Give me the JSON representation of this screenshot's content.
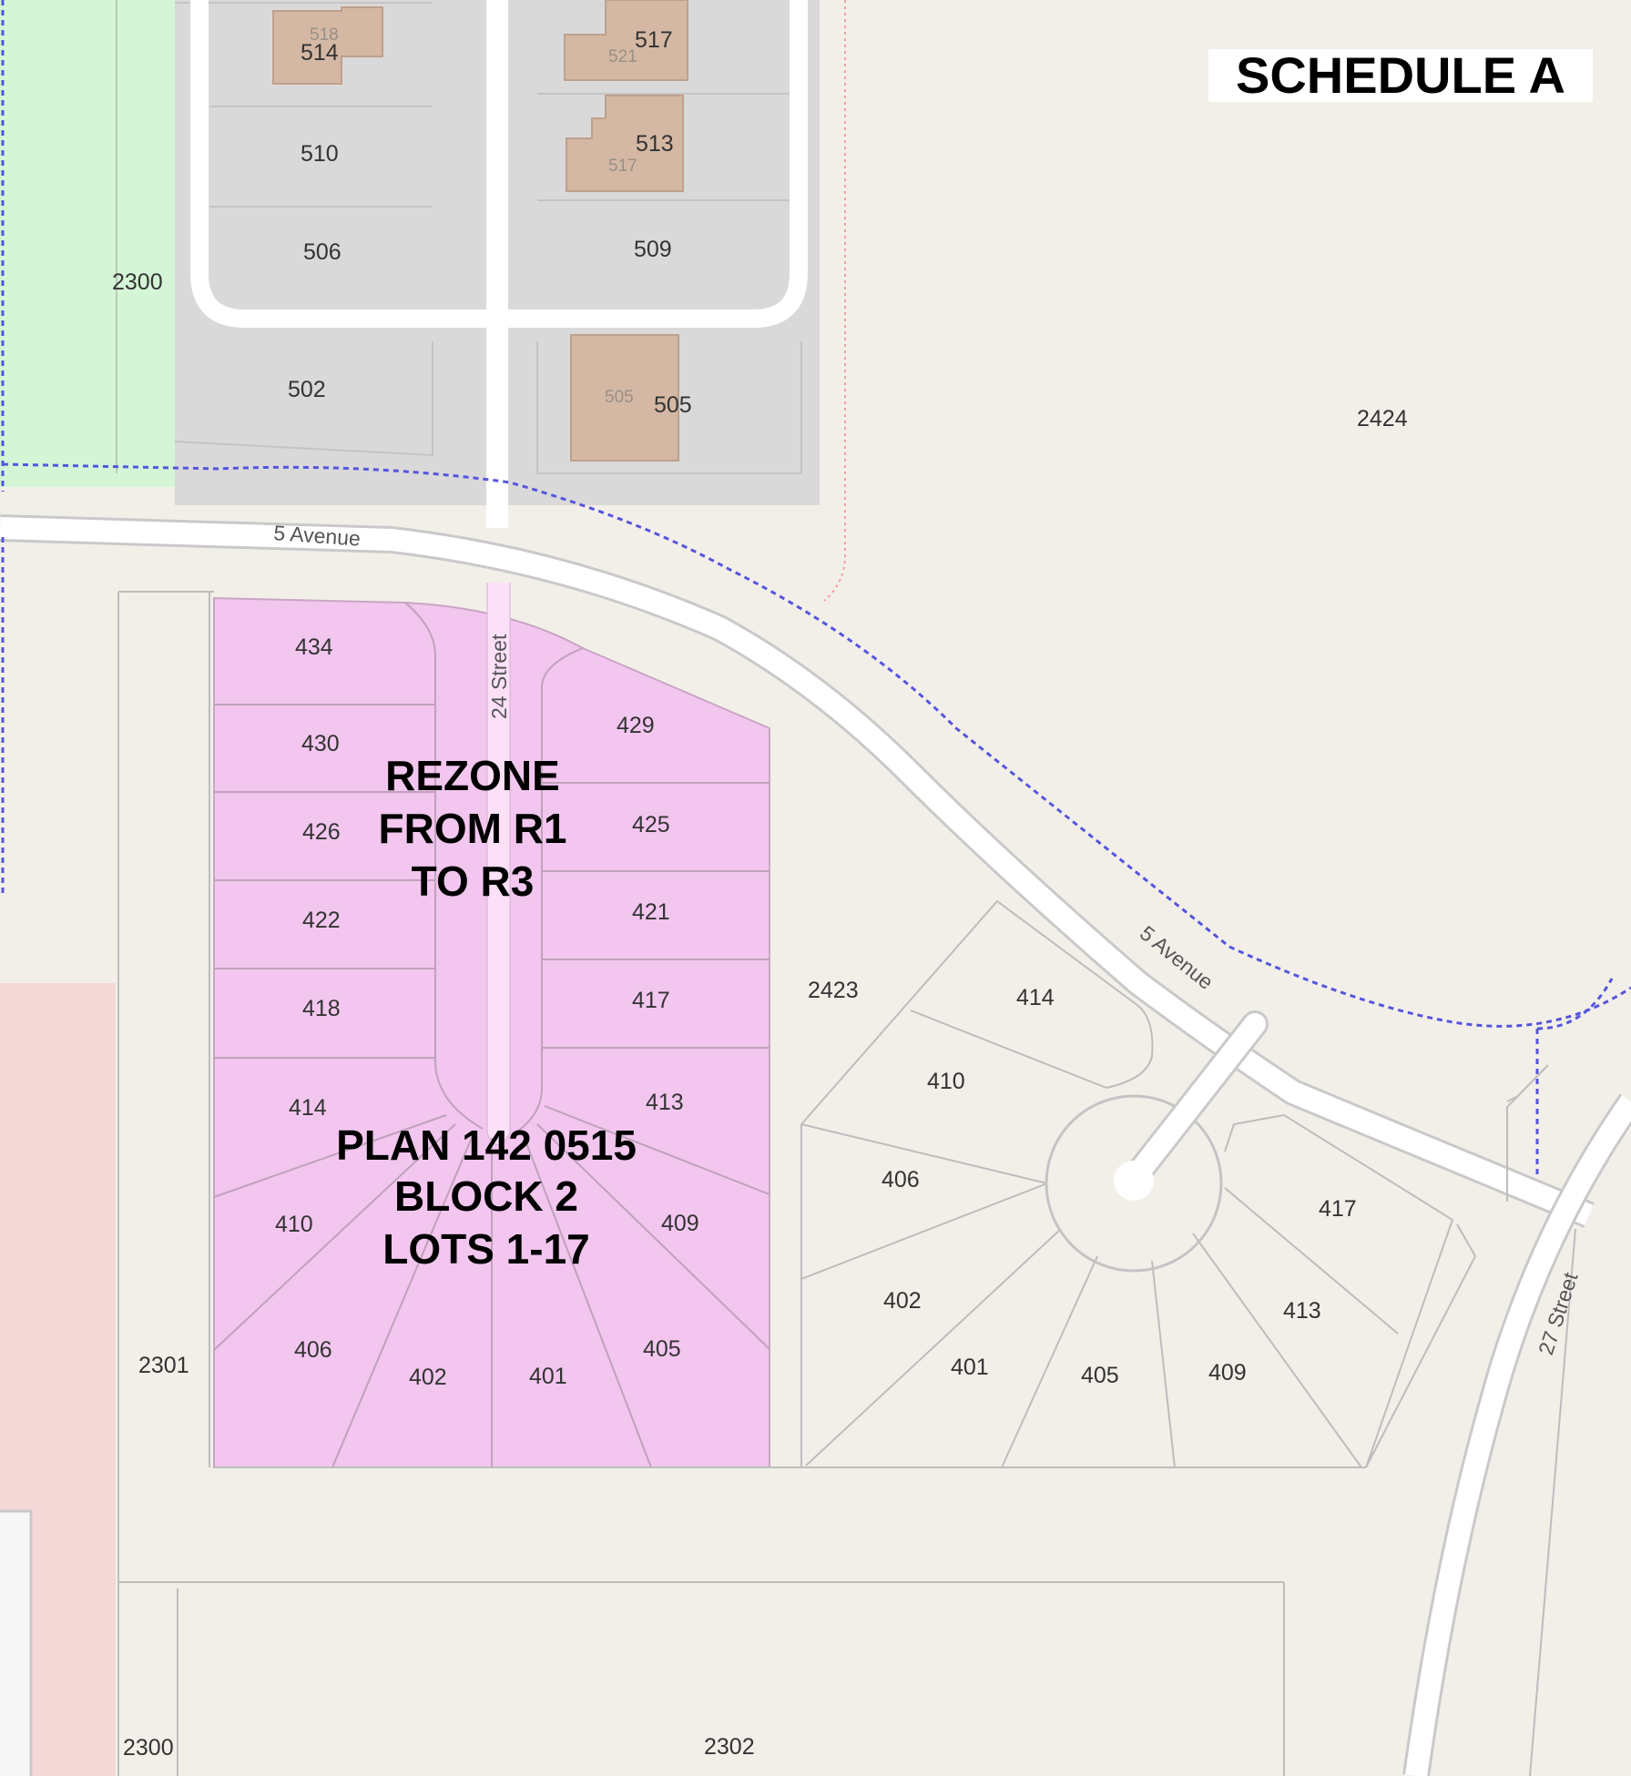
{
  "title": "SCHEDULE A",
  "roads": {
    "five_ave_west": "5 Avenue",
    "five_ave_east": "5 Avenue",
    "street_24": "24 Street",
    "street_27": "27 Street"
  },
  "annotations": {
    "rezone": [
      "REZONE",
      "FROM R1",
      "TO R3"
    ],
    "plan": [
      "PLAN 142 0515",
      "BLOCK 2",
      "LOTS 1-17"
    ]
  },
  "parcels": {
    "north_west": [
      "514",
      "510",
      "506",
      "502"
    ],
    "north_east": [
      "517",
      "513",
      "509",
      "505"
    ],
    "ghost_numbers": [
      "518",
      "521",
      "517",
      "505"
    ],
    "large": [
      "2300",
      "2424",
      "2423",
      "2301",
      "2300",
      "2302"
    ],
    "rezone_west": [
      "434",
      "430",
      "426",
      "422",
      "418",
      "414",
      "410",
      "406",
      "402"
    ],
    "rezone_east": [
      "429",
      "425",
      "421",
      "417",
      "413",
      "409",
      "405",
      "401"
    ],
    "cul_de_sac": [
      "414",
      "410",
      "406",
      "402",
      "401",
      "405",
      "409",
      "413",
      "417"
    ]
  },
  "colors": {
    "background": "#f2efe9",
    "rezone_fill": "#f2c6ee",
    "park": "#d4f5d6",
    "commercial": "#f4d8d8",
    "developed": "#d9d9d9",
    "building": "#d4b8a4",
    "boundary": "#5555dd"
  }
}
